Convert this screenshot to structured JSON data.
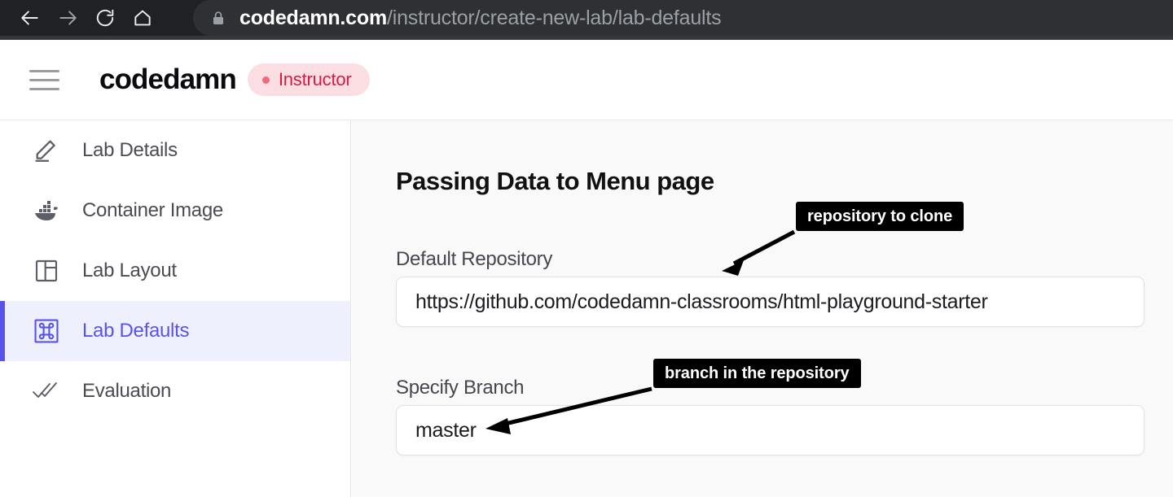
{
  "browser": {
    "nav_icons": [
      "back-arrow-icon",
      "forward-arrow-icon",
      "reload-icon",
      "home-icon"
    ],
    "security_icon": "lock-icon",
    "url_domain": "codedamn.com",
    "url_path": "/instructor/create-new-lab/lab-defaults"
  },
  "header": {
    "menu_icon": "hamburger-menu-icon",
    "brand": "codedamn",
    "badge": {
      "label": "Instructor",
      "dot_color": "#ef6a7d",
      "bg_color": "#fbdee2",
      "text_color": "#d51b45"
    }
  },
  "sidebar": {
    "active_color": "#5a53e8",
    "active_bg": "#eef0fe",
    "items": [
      {
        "label": "Lab Details",
        "icon": "pencil-icon",
        "active": false
      },
      {
        "label": "Container Image",
        "icon": "docker-whale-icon",
        "active": false
      },
      {
        "label": "Lab Layout",
        "icon": "layout-panel-icon",
        "active": false
      },
      {
        "label": "Lab Defaults",
        "icon": "command-key-icon",
        "active": true
      },
      {
        "label": "Evaluation",
        "icon": "double-check-icon",
        "active": false
      }
    ]
  },
  "main": {
    "title": "Passing Data to Menu page",
    "fields": [
      {
        "label": "Default Repository",
        "value": "https://github.com/codedamn-classrooms/html-playground-starter"
      },
      {
        "label": "Specify Branch",
        "value": "master"
      }
    ]
  },
  "annotations": [
    {
      "text": "repository to clone",
      "points_to": "default-repository-input"
    },
    {
      "text": "branch in the repository",
      "points_to": "specify-branch-input"
    }
  ]
}
